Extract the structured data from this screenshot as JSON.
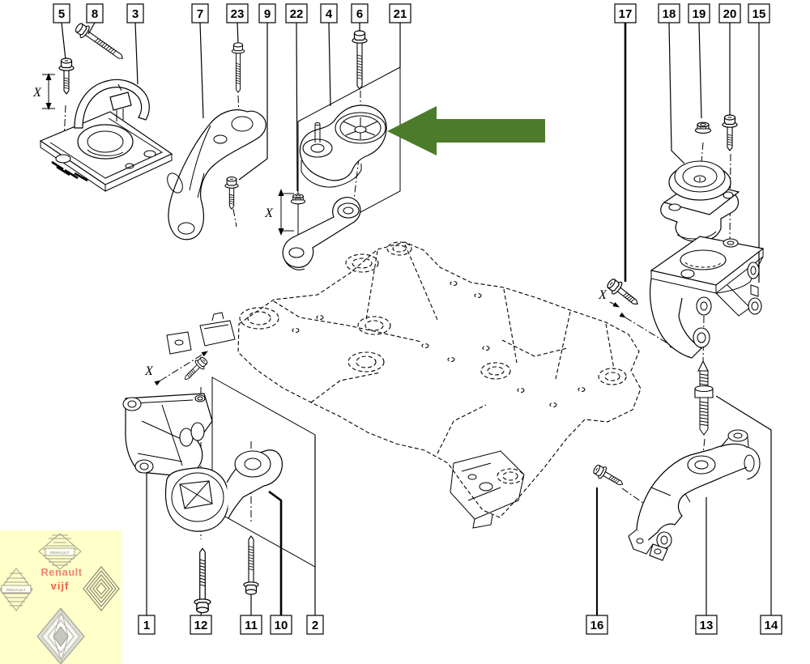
{
  "callouts": [
    {
      "label": "5"
    },
    {
      "label": "8"
    },
    {
      "label": "3"
    },
    {
      "label": "7"
    },
    {
      "label": "23"
    },
    {
      "label": "9"
    },
    {
      "label": "22"
    },
    {
      "label": "4"
    },
    {
      "label": "6"
    },
    {
      "label": "21"
    },
    {
      "label": "17"
    },
    {
      "label": "18"
    },
    {
      "label": "19"
    },
    {
      "label": "20"
    },
    {
      "label": "15"
    },
    {
      "label": "1"
    },
    {
      "label": "12"
    },
    {
      "label": "11"
    },
    {
      "label": "10"
    },
    {
      "label": "2"
    },
    {
      "label": "16"
    },
    {
      "label": "13"
    },
    {
      "label": "14"
    }
  ],
  "dimension_label": "X",
  "highlight_arrow": {
    "color": "#4b7b2b"
  },
  "logo": {
    "title": "Renault",
    "subtitle": "vijf",
    "badge_top": "RENAULT",
    "badge_left": "RENAULT",
    "title_color": "#ef8376",
    "subtitle_color": "#ee5f47",
    "background": "#ffffc9"
  }
}
